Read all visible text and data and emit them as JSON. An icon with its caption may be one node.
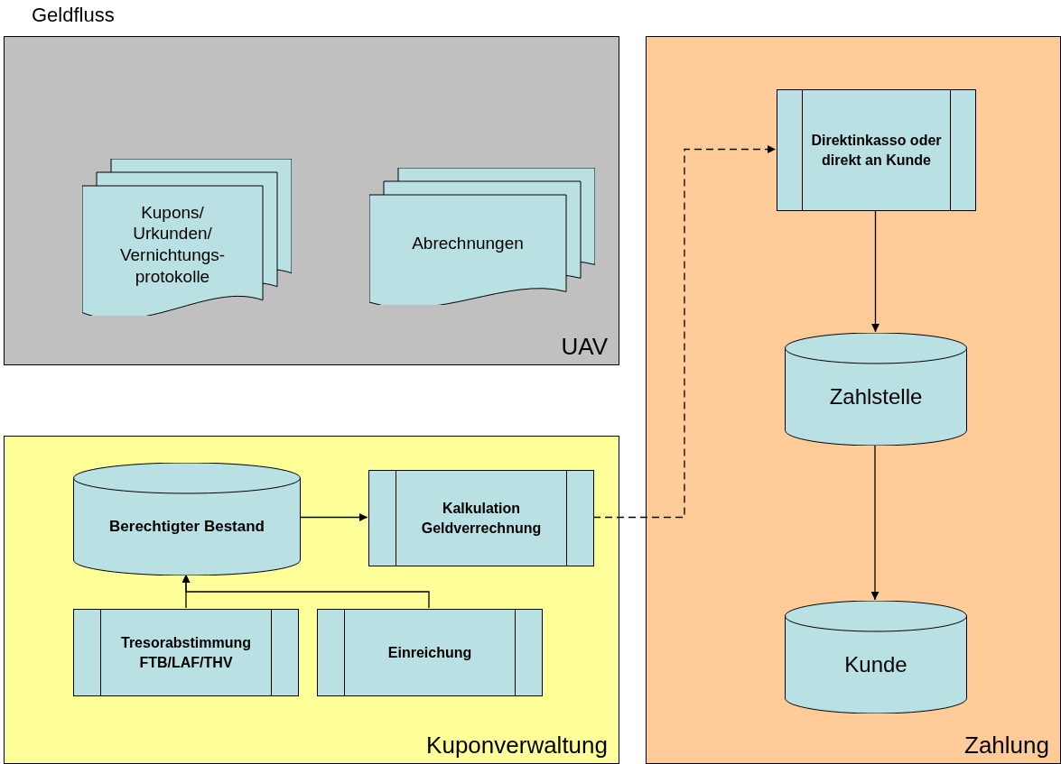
{
  "diagram": {
    "title": "Geldfluss",
    "nodes": [
      {
        "text": [
          "UAV"
        ]
      },
      {
        "text": [
          "Kupons/ Urkunden/ Vernichtungs-protokolle"
        ],
        "in": 0
      },
      {
        "text": [
          "Abrechnungen"
        ],
        "in": 0
      },
      {
        "text": [
          "Kuponverwaltung"
        ]
      },
      {
        "text": [
          "Berechtigter Bestand"
        ],
        "in": 3
      },
      {
        "text": [
          "Kalkulation Geldverrechnung"
        ],
        "in": 3
      },
      {
        "text": [
          "Tresorabstimmung FTB/LAF/THV"
        ],
        "in": 3
      },
      {
        "text": [
          "Einreichung"
        ],
        "in": 3
      },
      {
        "text": [
          "Zahlung"
        ]
      },
      {
        "text": [
          "Direktinkasso oder direkt an Kunde"
        ],
        "in": 8
      },
      {
        "text": [
          "Zahlstelle"
        ],
        "in": 8
      },
      {
        "text": [
          "Kunde"
        ],
        "in": 8
      }
    ],
    "edges": [
      {
        "from": 4,
        "to": 5,
        "arrow": "to"
      },
      {
        "from": 6,
        "to": 4,
        "arrow": "to"
      },
      {
        "from": 7,
        "to": 4,
        "arrow": "to"
      },
      {
        "from": 5,
        "to": 9,
        "arrow": "to",
        "style": "dashed"
      },
      {
        "from": 9,
        "to": 10,
        "arrow": "to"
      },
      {
        "from": 10,
        "to": 11,
        "arrow": "to"
      }
    ]
  }
}
